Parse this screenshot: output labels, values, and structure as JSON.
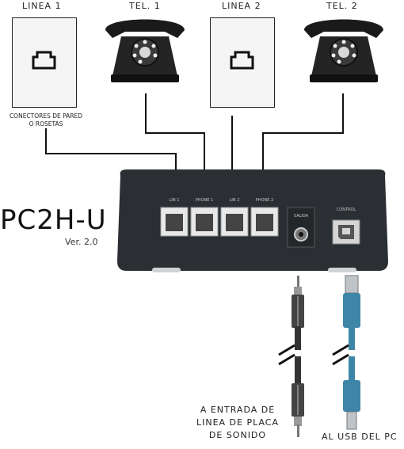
{
  "labels": {
    "linea1": "LINEA 1",
    "tel1": "TEL. 1",
    "linea2": "LINEA 2",
    "tel2": "TEL. 2",
    "wall_connectors_line1": "CONECTORES DE PARED",
    "wall_connectors_line2": "O ROSETAS"
  },
  "device": {
    "name": "PC2H-U",
    "version": "Ver. 2.0",
    "port_labels": [
      "LIN 1",
      "PHONE 1",
      "LIN 2",
      "PHONE 2"
    ],
    "output_label": "SALIDA",
    "control_label": "CONTROL"
  },
  "cables": {
    "audio_caption_line1": "A ENTRADA DE",
    "audio_caption_line2": "LINEA DE PLACA",
    "audio_caption_line3": "DE SONIDO",
    "usb_caption": "AL USB DEL PC"
  },
  "colors": {
    "device_body": "#2b2f33",
    "usb_cable": "#3e86a8",
    "wire": "#111111"
  }
}
